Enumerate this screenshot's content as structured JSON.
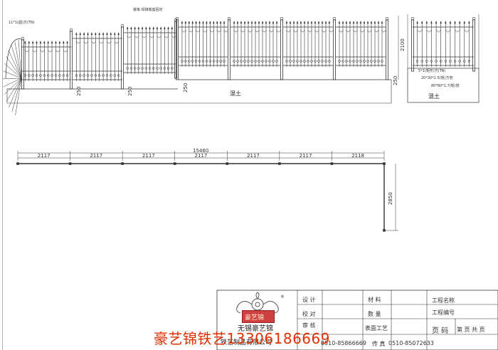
{
  "elevation": {
    "annotations": {
      "arch_detail": "11*1(圆)方(TN)",
      "top_note": "装板  焊接底座固定",
      "base_note_1": "5*1(矩形)方(TN)",
      "base_note_2": "20*30*1.5(矩)方管",
      "base_note_3": "80*80*1.7(矩)管"
    },
    "heights": {
      "post_height": "2100",
      "base_1": "250",
      "base_2": "250",
      "base_3": "250",
      "base_4": "250"
    },
    "ground_labels": {
      "main": "混土",
      "section": "混土"
    }
  },
  "plan": {
    "total_length": "15460",
    "segments": [
      "2117",
      "2117",
      "2117",
      "2117",
      "2117",
      "2117",
      "2118"
    ],
    "return_length": "2850"
  },
  "title_block": {
    "labels": {
      "design": "设 计",
      "check": "校 对",
      "review": "审 核",
      "material": "材 料",
      "quantity": "数 量",
      "surface": "表面工艺",
      "project_name": "工程名称",
      "project_no": "工程编号",
      "page": "页 码",
      "page_info": "第 页 共 页"
    },
    "phone": "0510-85866669",
    "fax_label": "传 真",
    "fax": "0510-85072633",
    "company_name": "无锡豪艺锦",
    "company_sub": "铁艺制品有限公司",
    "logo_text": "豪艺锦",
    "registered": "®"
  },
  "watermark": "豪艺锦铁艺13306186669",
  "colors": {
    "line": "#333333",
    "frame": "#b0b0b0",
    "watermark": "#e03000",
    "logo": "#d04040"
  }
}
